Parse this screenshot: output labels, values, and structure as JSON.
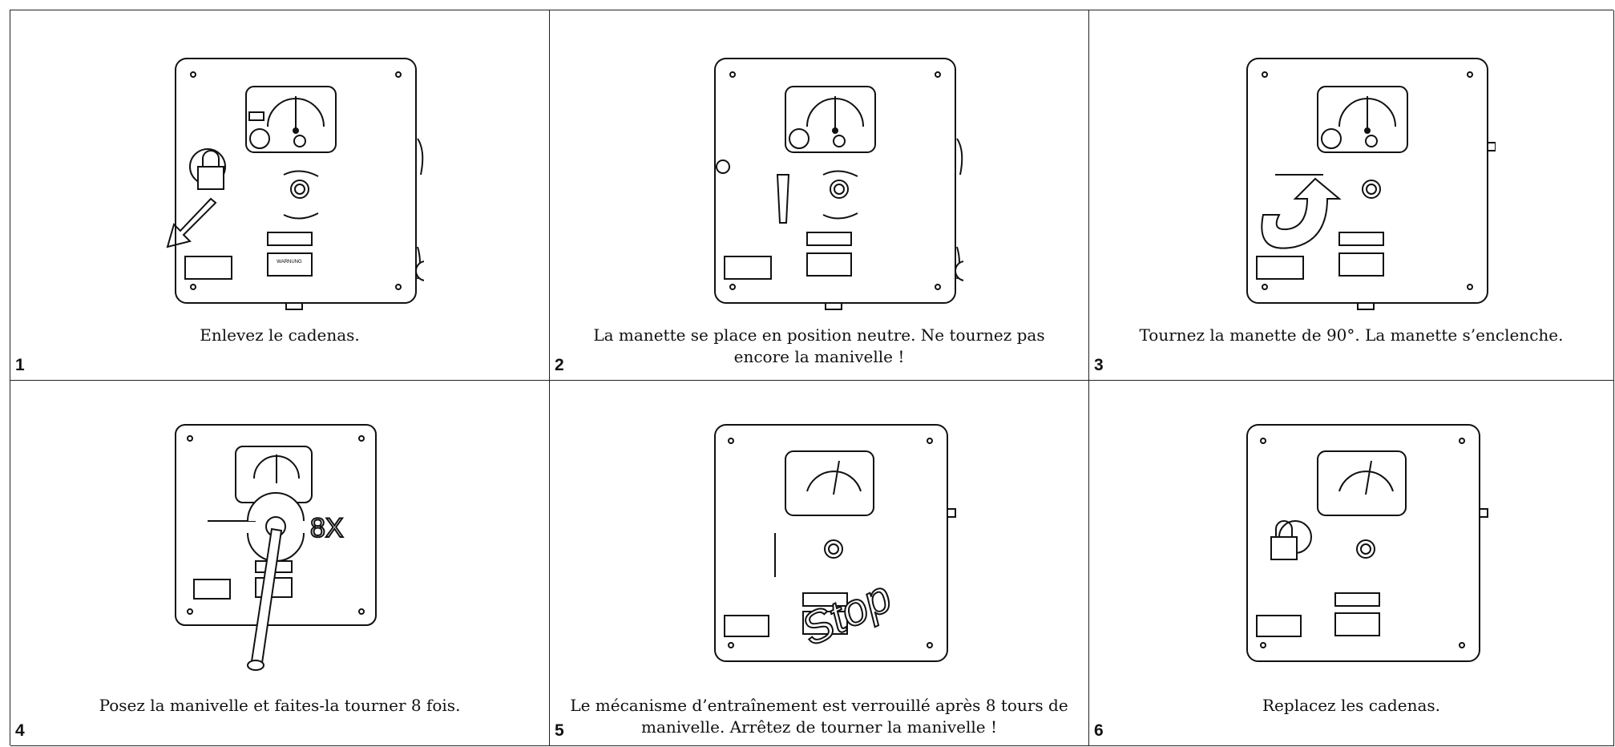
{
  "steps": [
    {
      "number": "1",
      "caption": "Enlevez le cadenas."
    },
    {
      "number": "2",
      "caption": "La manette se place en position neutre. Ne tournez pas encore la manivelle !"
    },
    {
      "number": "3",
      "caption": "Tournez la manette de 90°. La manette s’enclenche."
    },
    {
      "number": "4",
      "caption": "Posez la manivelle et faites-la tourner 8 fois."
    },
    {
      "number": "5",
      "caption": "Le mécanisme d’entraînement est verrouillé après 8 tours de manivelle. Arrêtez de tourner la manivelle !"
    },
    {
      "number": "6",
      "caption": "Replacez les cadenas."
    }
  ],
  "panel_labels": {
    "warning_title": "WARNUNG",
    "count_label": "8X",
    "stop_label": "Stop"
  }
}
